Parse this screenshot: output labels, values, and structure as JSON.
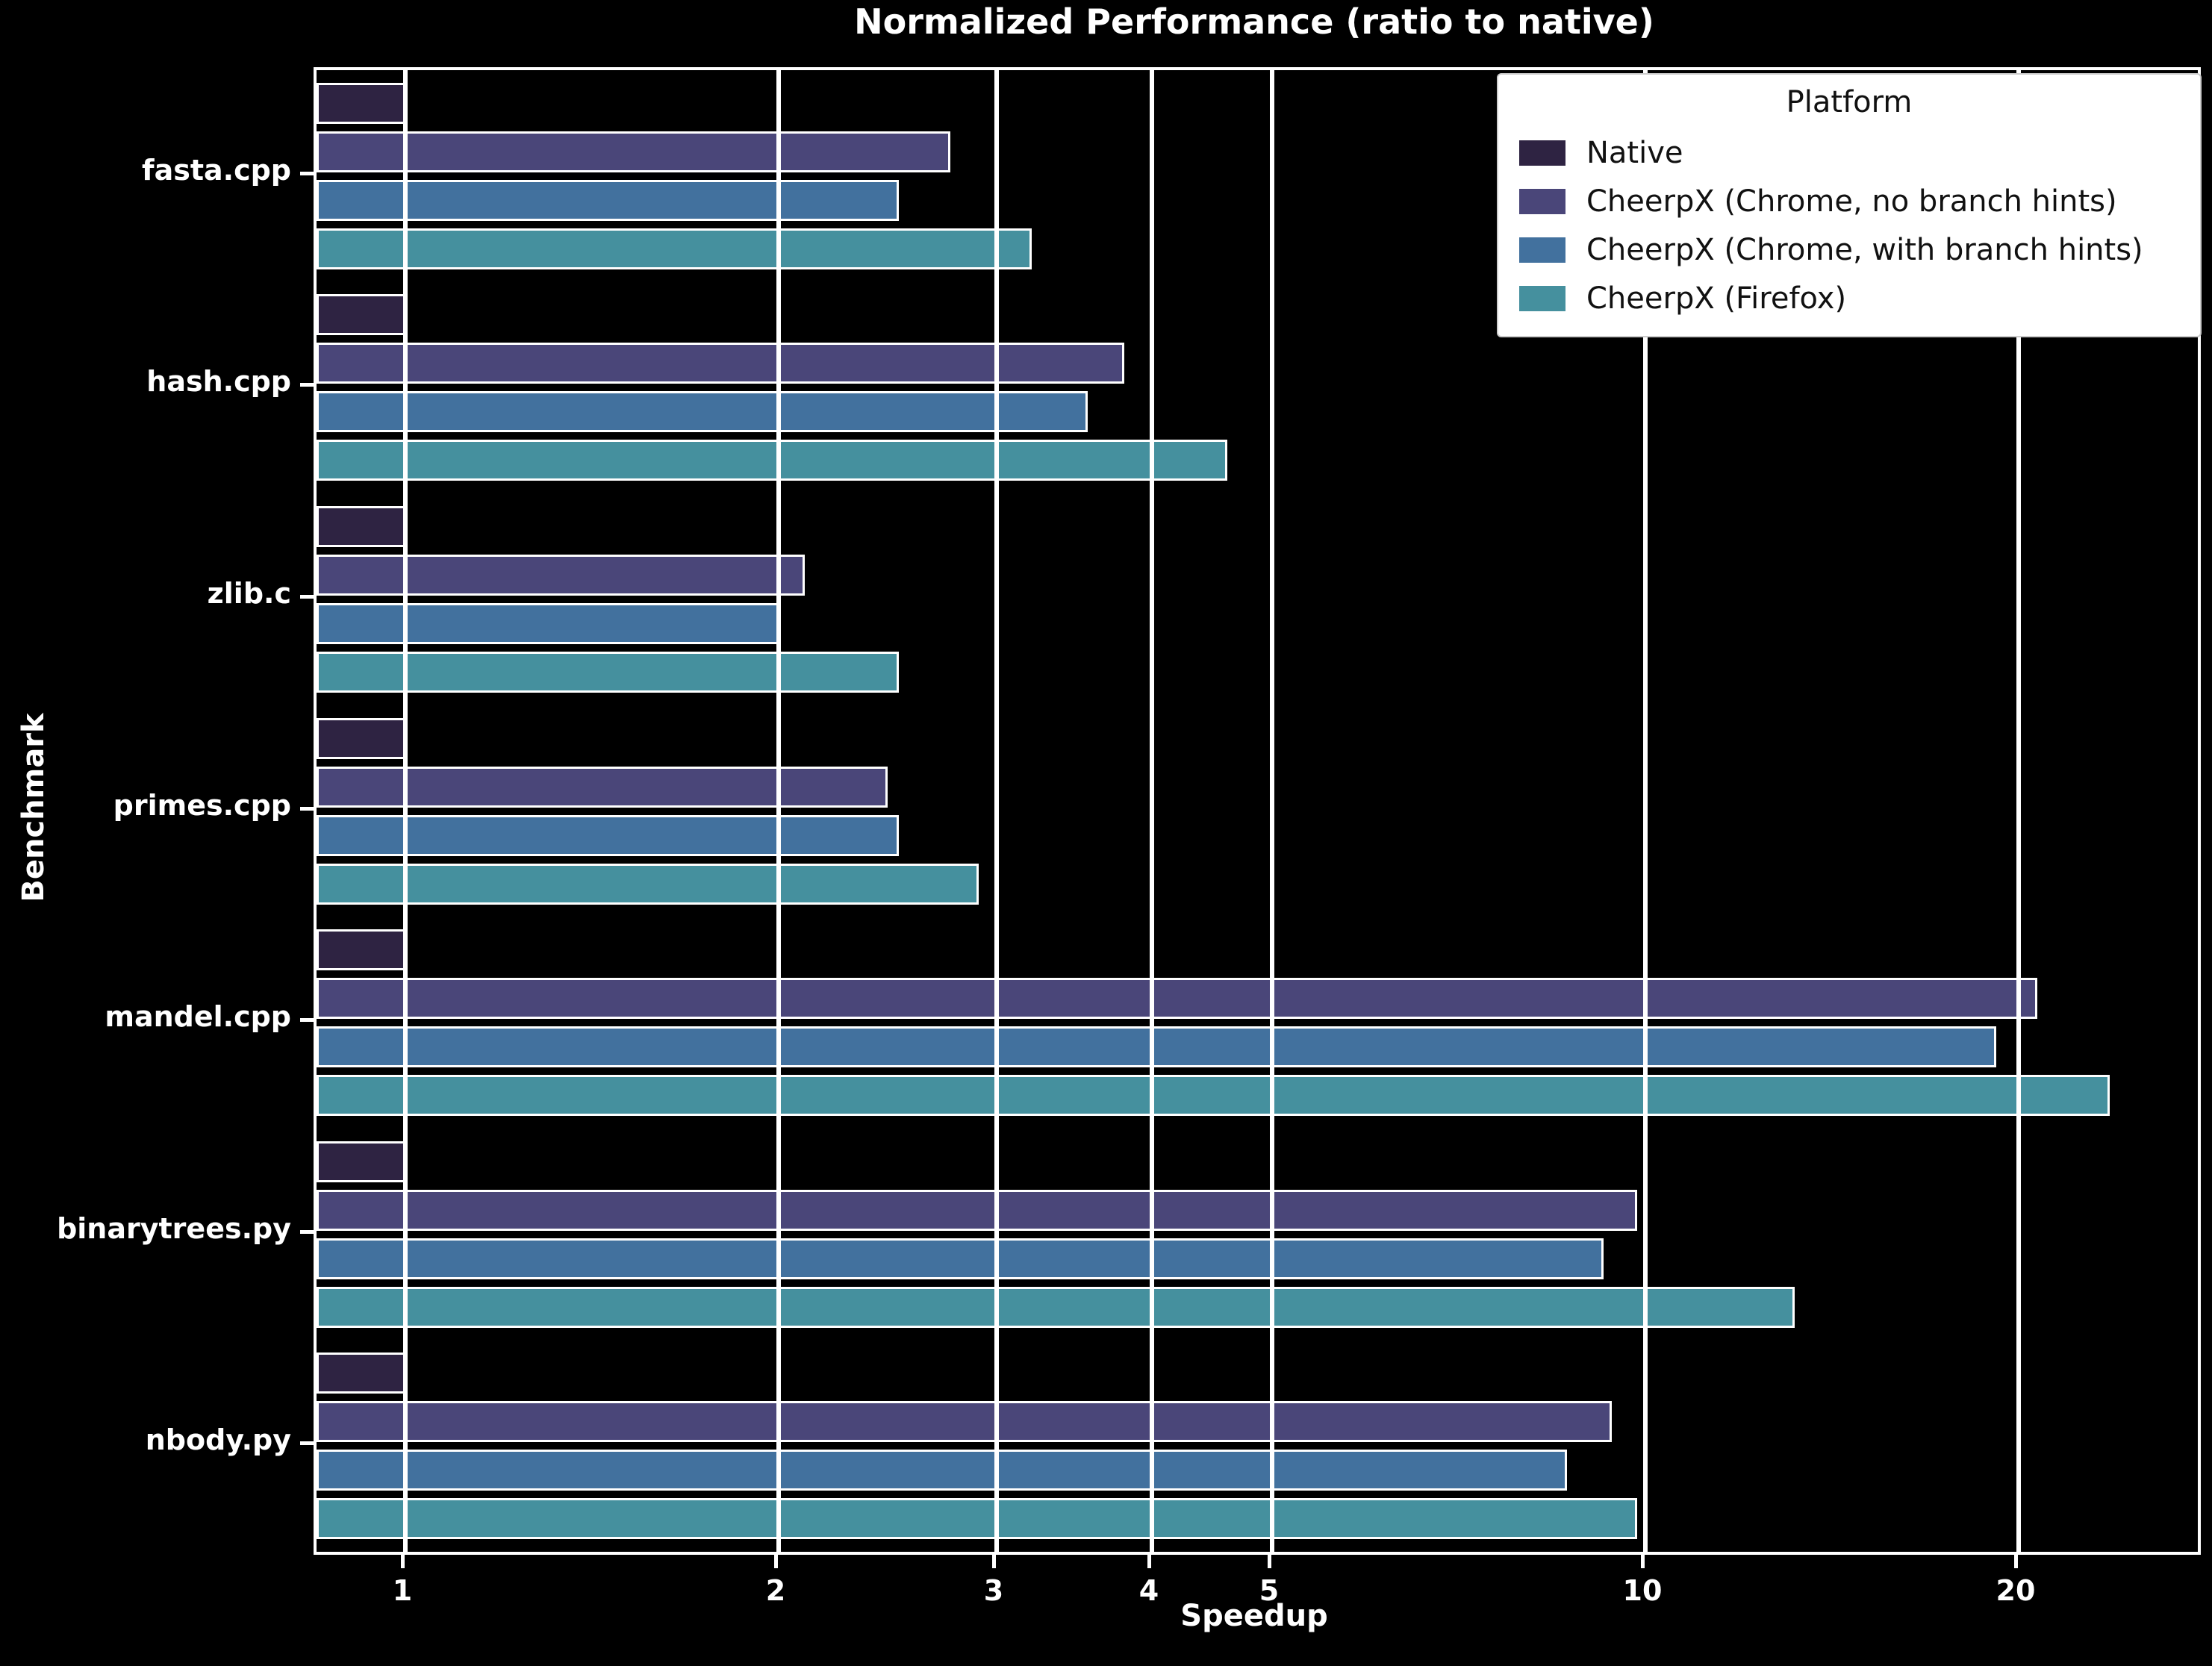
{
  "title": "Normalized Performance (ratio to native)",
  "chart_data": {
    "type": "bar",
    "orientation": "horizontal",
    "title": "Normalized Performance (ratio to native)",
    "xlabel": "Speedup",
    "ylabel": "Benchmark",
    "legend_title": "Platform",
    "legend_position": "upper right",
    "xscale": "log",
    "xticks": [
      1,
      2,
      3,
      4,
      5,
      10,
      20
    ],
    "xlim": [
      0.848,
      27.9
    ],
    "grid": "vertical-major-on-top",
    "background_color": "#000000",
    "text_color": "#ffffff",
    "bar_edge_color": "#ffffff",
    "categories": [
      "fasta.cpp",
      "hash.cpp",
      "zlib.c",
      "primes.cpp",
      "mandel.cpp",
      "binarytrees.py",
      "nbody.py"
    ],
    "series": [
      {
        "name": "Native",
        "color": "#2e2342",
        "values": [
          1.0,
          1.0,
          1.0,
          1.0,
          1.0,
          1.0,
          1.0
        ]
      },
      {
        "name": "CheerpX (Chrome, no branch hints)",
        "color": "#4a4679",
        "values": [
          2.75,
          3.8,
          2.1,
          2.45,
          20.7,
          9.85,
          9.4
        ]
      },
      {
        "name": "CheerpX (Chrome, with branch hints)",
        "color": "#42719e",
        "values": [
          2.5,
          3.55,
          2.0,
          2.5,
          19.2,
          9.25,
          8.65
        ]
      },
      {
        "name": "CheerpX (Firefox)",
        "color": "#45909e",
        "values": [
          3.2,
          4.6,
          2.5,
          2.9,
          23.7,
          13.2,
          9.85
        ]
      }
    ]
  }
}
